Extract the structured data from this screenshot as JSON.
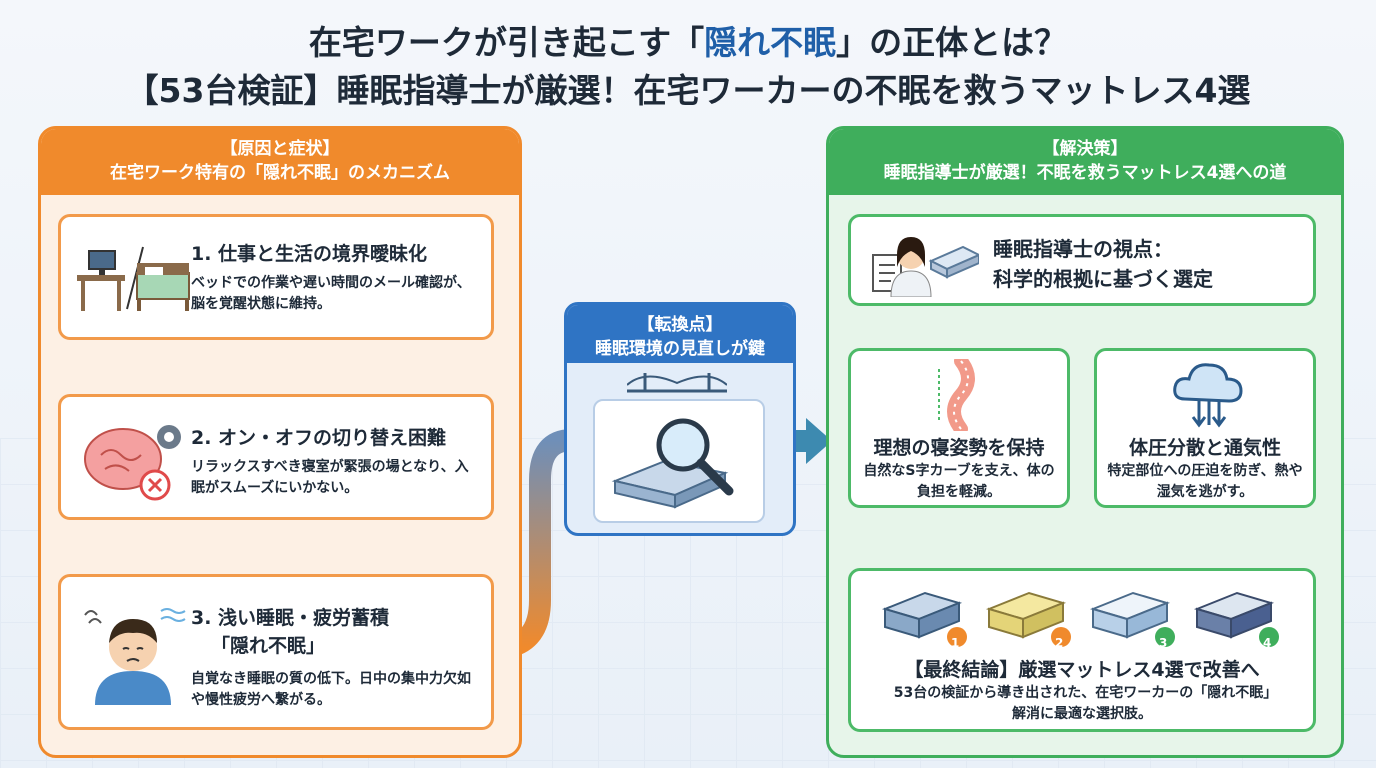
{
  "title": {
    "line1_pre": "在宅ワークが引き起こす「",
    "line1_highlight": "隠れ不眠",
    "line1_post": "」の正体とは？",
    "line2": "【53台検証】睡眠指導士が厳選！在宅ワーカーの不眠を救うマットレス4選"
  },
  "left_panel": {
    "header_line1": "【原因と症状】",
    "header_line2": "在宅ワーク特有の「隠れ不眠」のメカニズム",
    "steps": [
      {
        "title": "1. 仕事と生活の境界曖昧化",
        "text": "ベッドでの作業や遅い時間のメール確認が、脳を覚醒状態に維持。"
      },
      {
        "title": "2. オン・オフの切り替え困難",
        "text": "リラックスすべき寝室が緊張の場となり、入眠がスムーズにいかない。"
      },
      {
        "title_line1": "3. 浅い睡眠・疲労蓄積",
        "title_line2": "「隠れ不眠」",
        "text": "自覚なき睡眠の質の低下。日中の集中力欠如や慢性疲労へ繋がる。"
      }
    ]
  },
  "center": {
    "header_line1": "【転換点】",
    "header_line2": "睡眠環境の見直しが鍵"
  },
  "right_panel": {
    "header_line1": "【解決策】",
    "header_line2": "睡眠指導士が厳選！不眠を救うマットレス4選への道",
    "viewpoint_line1": "睡眠指導士の視点：",
    "viewpoint_line2": "科学的根拠に基づく選定",
    "posture": {
      "title": "理想の寝姿勢を保持",
      "text": "自然なS字カーブを支え、体の負担を軽減。"
    },
    "pressure": {
      "title": "体圧分散と通気性",
      "text": "特定部位への圧迫を防ぎ、熱や湿気を逃がす。"
    },
    "mattress_badges": [
      "1",
      "2",
      "3",
      "4"
    ],
    "conclusion": {
      "title": "【最終結論】厳選マットレス4選で改善へ",
      "text": "53台の検証から導き出された、在宅ワーカーの「隠れ不眠」解消に最適な選択肢。"
    }
  },
  "colors": {
    "orange": "#f08a2c",
    "green": "#3fae5c",
    "blue": "#2f74c4",
    "highlight": "#1f5fa8"
  }
}
